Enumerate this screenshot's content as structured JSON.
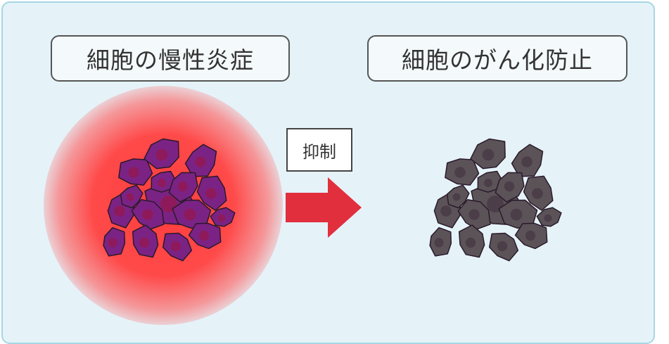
{
  "left": {
    "label": "細胞の慢性炎症",
    "cell_color": "#7b2385",
    "nucleus_color": "#8e1a5c",
    "glow_color": "#ff3c3c"
  },
  "middle": {
    "label": "抑制",
    "arrow_color": "#e22f3d"
  },
  "right": {
    "label": "細胞のがん化防止",
    "cell_color": "#5c5359",
    "nucleus_color": "#4b3e48"
  }
}
